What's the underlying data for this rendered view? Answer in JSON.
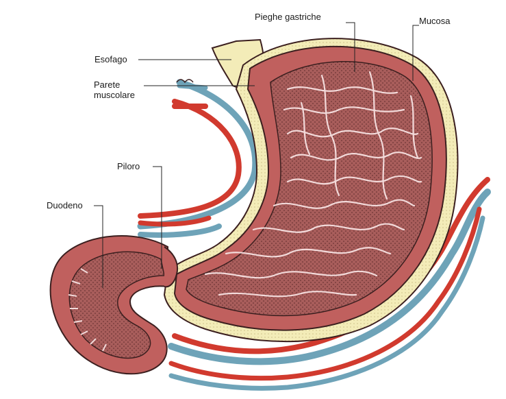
{
  "labels": {
    "esofago": "Esofago",
    "parete_line1": "Parete",
    "parete_line2": "muscolare",
    "pieghe": "Pieghe gastriche",
    "mucosa": "Mucosa",
    "piloro": "Piloro",
    "duodeno": "Duodeno"
  },
  "colors": {
    "stomach_wall": "#c0605e",
    "stomach_interior": "#a25a58",
    "rugae_lines": "#f2dada",
    "fat_layer": "#f3ecb8",
    "artery": "#d13a2e",
    "vein": "#6ea3b8",
    "outline": "#3b1f1f"
  }
}
